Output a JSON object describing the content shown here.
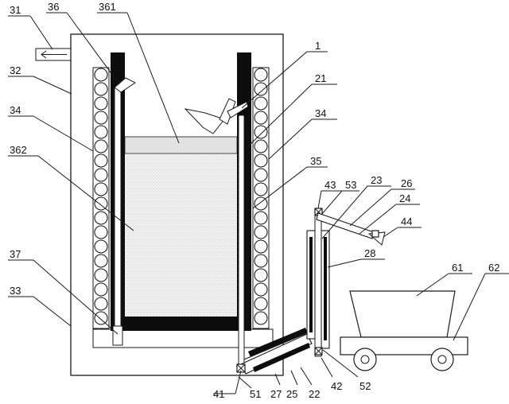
{
  "labels": {
    "l31": "31",
    "l36": "36",
    "l361": "361",
    "l1": "1",
    "l32": "32",
    "l21": "21",
    "l34a": "34",
    "l34b": "34",
    "l362": "362",
    "l35": "35",
    "l43": "43",
    "l53": "53",
    "l23": "23",
    "l26": "26",
    "l24": "24",
    "l44": "44",
    "l28": "28",
    "l61": "61",
    "l62": "62",
    "l37": "37",
    "l33": "33",
    "l41": "41",
    "l51": "51",
    "l27": "27",
    "l25": "25",
    "l22": "22",
    "l42": "42",
    "l52": "52"
  }
}
